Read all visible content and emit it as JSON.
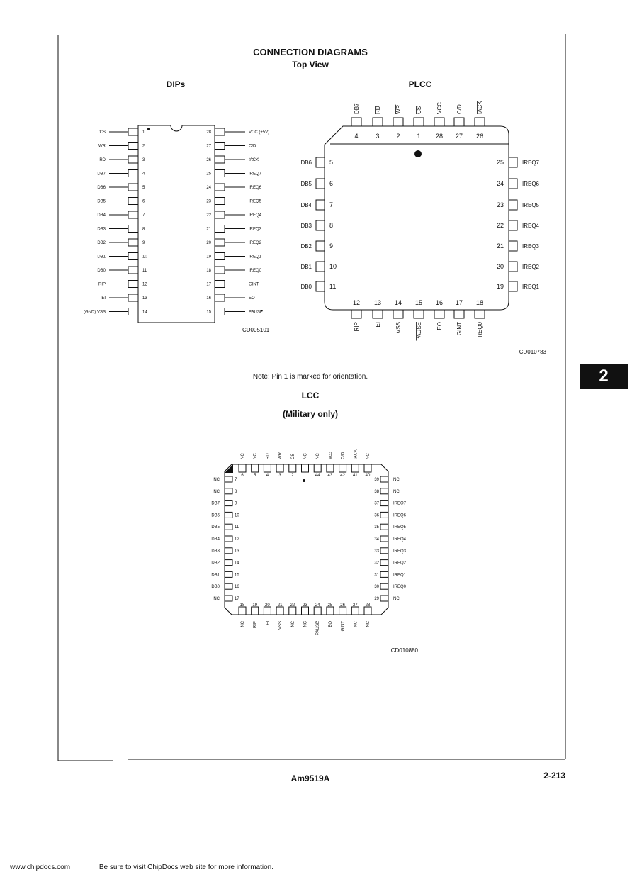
{
  "header": {
    "title": "CONNECTION DIAGRAMS",
    "subtitle": "Top View"
  },
  "dip": {
    "label": "DIPs",
    "code": "CD005101",
    "left_pins": [
      {
        "n": "1",
        "name": "CS",
        "over": true
      },
      {
        "n": "2",
        "name": "WR",
        "over": true
      },
      {
        "n": "3",
        "name": "RD",
        "over": true
      },
      {
        "n": "4",
        "name": "DB7"
      },
      {
        "n": "5",
        "name": "DB6"
      },
      {
        "n": "6",
        "name": "DB5"
      },
      {
        "n": "7",
        "name": "DB4"
      },
      {
        "n": "8",
        "name": "DB3"
      },
      {
        "n": "9",
        "name": "DB2"
      },
      {
        "n": "10",
        "name": "DB1"
      },
      {
        "n": "11",
        "name": "DB0"
      },
      {
        "n": "12",
        "name": "RIP",
        "over": true
      },
      {
        "n": "13",
        "name": "EI"
      },
      {
        "n": "14",
        "name": "(GND) VSS"
      }
    ],
    "right_pins": [
      {
        "n": "28",
        "name": "VCC (+5V)"
      },
      {
        "n": "27",
        "name": "C/D"
      },
      {
        "n": "26",
        "name": "IACK",
        "over": true
      },
      {
        "n": "25",
        "name": "IREQ7"
      },
      {
        "n": "24",
        "name": "IREQ6"
      },
      {
        "n": "23",
        "name": "IREQ5"
      },
      {
        "n": "22",
        "name": "IREQ4"
      },
      {
        "n": "21",
        "name": "IREQ3"
      },
      {
        "n": "20",
        "name": "IREQ2"
      },
      {
        "n": "19",
        "name": "IREQ1"
      },
      {
        "n": "18",
        "name": "IREQ0"
      },
      {
        "n": "17",
        "name": "GINT"
      },
      {
        "n": "16",
        "name": "EO"
      },
      {
        "n": "15",
        "name": "PAUSE",
        "over": true
      }
    ]
  },
  "plcc": {
    "label": "PLCC",
    "code": "CD010783",
    "top_pins": [
      {
        "n": "4",
        "name": "DB7"
      },
      {
        "n": "3",
        "name": "RD",
        "over": true
      },
      {
        "n": "2",
        "name": "WR",
        "over": true
      },
      {
        "n": "1",
        "name": "CS",
        "over": true
      },
      {
        "n": "28",
        "name": "VCC"
      },
      {
        "n": "27",
        "name": "C/D"
      },
      {
        "n": "26",
        "name": "IACK",
        "over": true
      }
    ],
    "left_pins": [
      {
        "n": "5",
        "name": "DB6"
      },
      {
        "n": "6",
        "name": "DB5"
      },
      {
        "n": "7",
        "name": "DB4"
      },
      {
        "n": "8",
        "name": "DB3"
      },
      {
        "n": "9",
        "name": "DB2"
      },
      {
        "n": "10",
        "name": "DB1"
      },
      {
        "n": "11",
        "name": "DB0"
      }
    ],
    "right_pins": [
      {
        "n": "25",
        "name": "IREQ7"
      },
      {
        "n": "24",
        "name": "IREQ6"
      },
      {
        "n": "23",
        "name": "IREQ5"
      },
      {
        "n": "22",
        "name": "IREQ4"
      },
      {
        "n": "21",
        "name": "IREQ3"
      },
      {
        "n": "20",
        "name": "IREQ2"
      },
      {
        "n": "19",
        "name": "IREQ1"
      }
    ],
    "bottom_pins": [
      {
        "n": "12",
        "name": "RIP",
        "over": true
      },
      {
        "n": "13",
        "name": "EI"
      },
      {
        "n": "14",
        "name": "VSS"
      },
      {
        "n": "15",
        "name": "PAUSE",
        "over": true
      },
      {
        "n": "16",
        "name": "EO"
      },
      {
        "n": "17",
        "name": "GINT"
      },
      {
        "n": "18",
        "name": "REQ0"
      }
    ]
  },
  "note": "Note: Pin 1 is marked for orientation.",
  "lcc": {
    "label": "LCC",
    "sublabel": "(Military only)",
    "code": "CD010880",
    "top_pins": [
      {
        "n": "6",
        "name": "NC"
      },
      {
        "n": "5",
        "name": "NC"
      },
      {
        "n": "4",
        "name": "RD",
        "over": true
      },
      {
        "n": "3",
        "name": "WR",
        "over": true
      },
      {
        "n": "2",
        "name": "CS",
        "over": true
      },
      {
        "n": "1",
        "name": "NC"
      },
      {
        "n": "44",
        "name": "NC"
      },
      {
        "n": "43",
        "name": "Vcc"
      },
      {
        "n": "42",
        "name": "C/D"
      },
      {
        "n": "41",
        "name": "IACK",
        "over": true
      },
      {
        "n": "40",
        "name": "NC"
      }
    ],
    "left_pins": [
      {
        "n": "7",
        "name": "NC"
      },
      {
        "n": "8",
        "name": "NC"
      },
      {
        "n": "9",
        "name": "DB7"
      },
      {
        "n": "10",
        "name": "DB6"
      },
      {
        "n": "11",
        "name": "DB5"
      },
      {
        "n": "12",
        "name": "DB4"
      },
      {
        "n": "13",
        "name": "DB3"
      },
      {
        "n": "14",
        "name": "DB2"
      },
      {
        "n": "15",
        "name": "DB1"
      },
      {
        "n": "16",
        "name": "DB0"
      },
      {
        "n": "17",
        "name": "NC"
      }
    ],
    "right_pins": [
      {
        "n": "39",
        "name": "NC"
      },
      {
        "n": "38",
        "name": "NC"
      },
      {
        "n": "37",
        "name": "IREQ7"
      },
      {
        "n": "36",
        "name": "IREQ6"
      },
      {
        "n": "35",
        "name": "IREQ5"
      },
      {
        "n": "34",
        "name": "IREQ4"
      },
      {
        "n": "33",
        "name": "IREQ3"
      },
      {
        "n": "32",
        "name": "IREQ2"
      },
      {
        "n": "31",
        "name": "IREQ1"
      },
      {
        "n": "30",
        "name": "IREQ0"
      },
      {
        "n": "29",
        "name": "NC"
      }
    ],
    "bottom_pins": [
      {
        "n": "18",
        "name": "NC"
      },
      {
        "n": "19",
        "name": "RIP",
        "over": true
      },
      {
        "n": "20",
        "name": "EI"
      },
      {
        "n": "21",
        "name": "VSS"
      },
      {
        "n": "22",
        "name": "NC"
      },
      {
        "n": "23",
        "name": "NC"
      },
      {
        "n": "24",
        "name": "PAUSE",
        "over": true
      },
      {
        "n": "25",
        "name": "EO"
      },
      {
        "n": "26",
        "name": "GINT"
      },
      {
        "n": "27",
        "name": "NC"
      },
      {
        "n": "28",
        "name": "NC"
      }
    ]
  },
  "footer": {
    "part": "Am9519A",
    "page": "2-213",
    "site": "www.chipdocs.com",
    "visit": "Be sure to visit ChipDocs web site for more information."
  },
  "tab": "2"
}
